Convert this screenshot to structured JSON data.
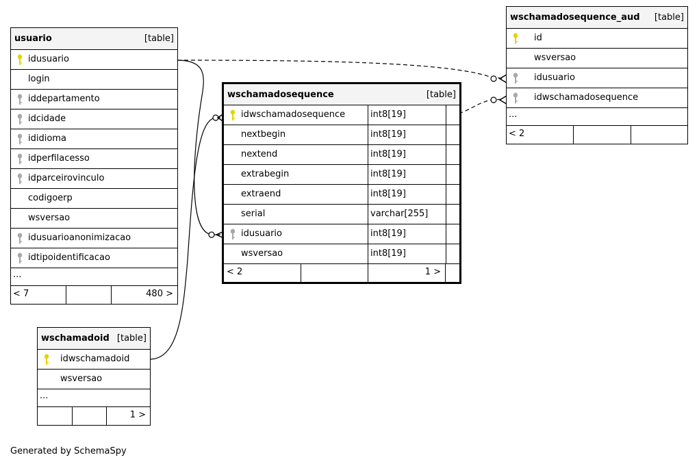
{
  "tables": {
    "usuario": {
      "name": "usuario",
      "tag": "[table]",
      "columns": [
        {
          "name": "idusuario",
          "key": "primary"
        },
        {
          "name": "login",
          "key": "none"
        },
        {
          "name": "iddepartamento",
          "key": "foreign"
        },
        {
          "name": "idcidade",
          "key": "foreign"
        },
        {
          "name": "ididioma",
          "key": "foreign"
        },
        {
          "name": "idperfilacesso",
          "key": "foreign"
        },
        {
          "name": "idparceirovinculo",
          "key": "foreign"
        },
        {
          "name": "codigoerp",
          "key": "none"
        },
        {
          "name": "wsversao",
          "key": "none"
        },
        {
          "name": "idusuarioanonimizacao",
          "key": "foreign"
        },
        {
          "name": "idtipoidentificacao",
          "key": "foreign"
        }
      ],
      "more": "...",
      "footer": {
        "parents": "< 7",
        "children": "480 >"
      }
    },
    "wschamadosequence": {
      "name": "wschamadosequence",
      "tag": "[table]",
      "columns": [
        {
          "name": "idwschamadosequence",
          "type": "int8[19]",
          "key": "primary"
        },
        {
          "name": "nextbegin",
          "type": "int8[19]",
          "key": "none"
        },
        {
          "name": "nextend",
          "type": "int8[19]",
          "key": "none"
        },
        {
          "name": "extrabegin",
          "type": "int8[19]",
          "key": "none"
        },
        {
          "name": "extraend",
          "type": "int8[19]",
          "key": "none"
        },
        {
          "name": "serial",
          "type": "varchar[255]",
          "key": "none"
        },
        {
          "name": "idusuario",
          "type": "int8[19]",
          "key": "foreign"
        },
        {
          "name": "wsversao",
          "type": "int8[19]",
          "key": "none"
        }
      ],
      "footer": {
        "parents": "< 2",
        "children": "1 >"
      }
    },
    "wschamadosequence_aud": {
      "name": "wschamadosequence_aud",
      "tag": "[table]",
      "columns": [
        {
          "name": "id",
          "key": "primary"
        },
        {
          "name": "wsversao",
          "key": "none"
        },
        {
          "name": "idusuario",
          "key": "foreign"
        },
        {
          "name": "idwschamadosequence",
          "key": "foreign"
        }
      ],
      "more": "...",
      "footer": {
        "parents": "< 2"
      }
    },
    "wschamadoid": {
      "name": "wschamadoid",
      "tag": "[table]",
      "columns": [
        {
          "name": "idwschamadoid",
          "key": "primary"
        },
        {
          "name": "wsversao",
          "key": "none"
        }
      ],
      "more": "...",
      "footer": {
        "children": "1 >"
      }
    }
  },
  "generated_by": "Generated by SchemaSpy",
  "colors": {
    "primary_key": "#e6d200",
    "foreign_key": "#a8a8a8",
    "header_bg": "#f4f4f4"
  }
}
